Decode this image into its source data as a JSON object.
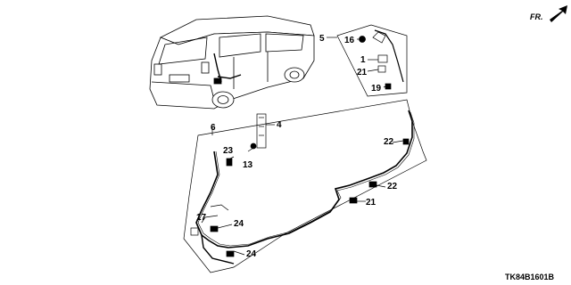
{
  "diagram": {
    "direction_indicator": "FR.",
    "drawing_code": "TK84B1601B",
    "callouts": [
      {
        "id": "c5",
        "text": "5"
      },
      {
        "id": "c16",
        "text": "16"
      },
      {
        "id": "c1",
        "text": "1"
      },
      {
        "id": "c21a",
        "text": "21"
      },
      {
        "id": "c19",
        "text": "19"
      },
      {
        "id": "c4",
        "text": "4"
      },
      {
        "id": "c6",
        "text": "6"
      },
      {
        "id": "c23",
        "text": "23"
      },
      {
        "id": "c13",
        "text": "13"
      },
      {
        "id": "c22a",
        "text": "22"
      },
      {
        "id": "c22b",
        "text": "22"
      },
      {
        "id": "c21b",
        "text": "21"
      },
      {
        "id": "c17",
        "text": "17"
      },
      {
        "id": "c24a",
        "text": "24"
      },
      {
        "id": "c24b",
        "text": "24"
      }
    ],
    "icons": {
      "vehicle": "minivan-rear-three-quarter-icon",
      "arrow": "front-direction-arrow-icon"
    },
    "colors": {
      "line": "#000000",
      "background": "#ffffff"
    }
  }
}
